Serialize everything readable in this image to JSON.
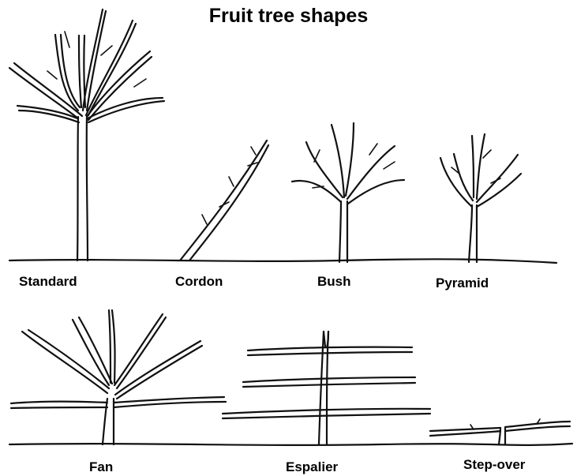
{
  "title": "Fruit tree shapes",
  "shapes": [
    {
      "label": "Standard"
    },
    {
      "label": "Cordon"
    },
    {
      "label": "Bush"
    },
    {
      "label": "Pyramid"
    },
    {
      "label": "Fan"
    },
    {
      "label": "Espalier"
    },
    {
      "label": "Step-over"
    }
  ]
}
